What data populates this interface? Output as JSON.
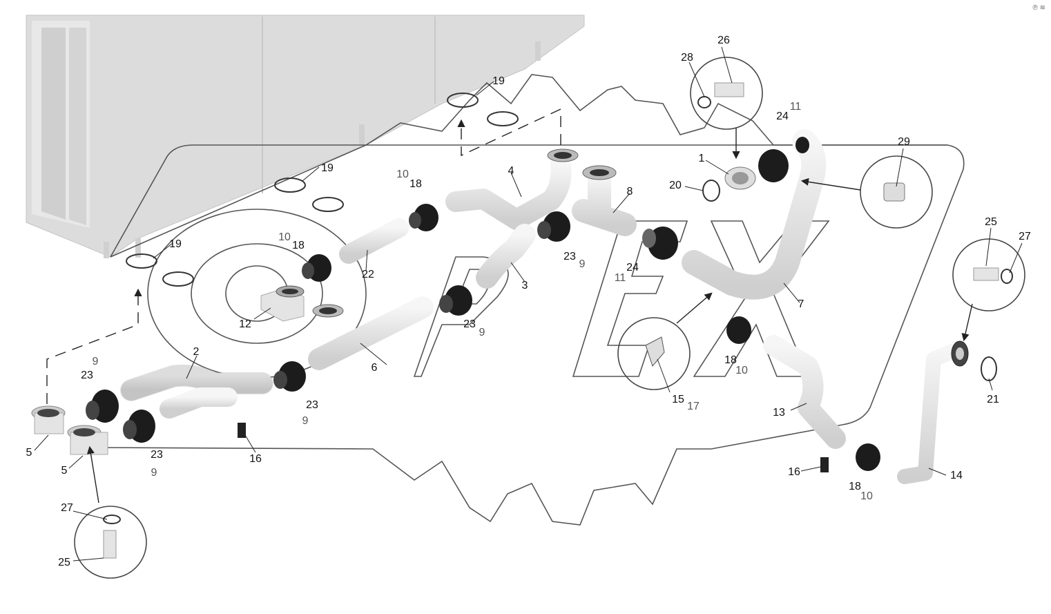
{
  "corner_mark": "℗ ≋",
  "logo_text": "OPEX",
  "colors": {
    "part_fill": "#e6e6e6",
    "part_stroke": "#9a9a9a",
    "clamp": "#1c1c1c",
    "gasket": "#444444",
    "label": "#111111",
    "watermark": "#666666",
    "radiator": "#d9d9d9"
  },
  "labels": [
    {
      "id": "l1",
      "text": "1"
    },
    {
      "id": "l2",
      "text": "2"
    },
    {
      "id": "l3",
      "text": "3"
    },
    {
      "id": "l4",
      "text": "4"
    },
    {
      "id": "l5a",
      "text": "5"
    },
    {
      "id": "l5b",
      "text": "5"
    },
    {
      "id": "l6",
      "text": "6"
    },
    {
      "id": "l7",
      "text": "7"
    },
    {
      "id": "l8",
      "text": "8"
    },
    {
      "id": "l9a",
      "text": "9"
    },
    {
      "id": "l9b",
      "text": "9"
    },
    {
      "id": "l9c",
      "text": "9"
    },
    {
      "id": "l9d",
      "text": "9"
    },
    {
      "id": "l9e",
      "text": "9"
    },
    {
      "id": "l10a",
      "text": "10"
    },
    {
      "id": "l10b",
      "text": "10"
    },
    {
      "id": "l10c",
      "text": "10"
    },
    {
      "id": "l10d",
      "text": "10"
    },
    {
      "id": "l11a",
      "text": "11"
    },
    {
      "id": "l11b",
      "text": "11"
    },
    {
      "id": "l12",
      "text": "12"
    },
    {
      "id": "l13",
      "text": "13"
    },
    {
      "id": "l14",
      "text": "14"
    },
    {
      "id": "l15",
      "text": "15"
    },
    {
      "id": "l16a",
      "text": "16"
    },
    {
      "id": "l16b",
      "text": "16"
    },
    {
      "id": "l17",
      "text": "17"
    },
    {
      "id": "l18a",
      "text": "18"
    },
    {
      "id": "l18b",
      "text": "18"
    },
    {
      "id": "l18c",
      "text": "18"
    },
    {
      "id": "l18d",
      "text": "18"
    },
    {
      "id": "l19a",
      "text": "19"
    },
    {
      "id": "l19b",
      "text": "19"
    },
    {
      "id": "l19c",
      "text": "19"
    },
    {
      "id": "l20",
      "text": "20"
    },
    {
      "id": "l21",
      "text": "21"
    },
    {
      "id": "l22",
      "text": "22"
    },
    {
      "id": "l23a",
      "text": "23"
    },
    {
      "id": "l23b",
      "text": "23"
    },
    {
      "id": "l23c",
      "text": "23"
    },
    {
      "id": "l23d",
      "text": "23"
    },
    {
      "id": "l23e",
      "text": "23"
    },
    {
      "id": "l24a",
      "text": "24"
    },
    {
      "id": "l24b",
      "text": "24"
    },
    {
      "id": "l25a",
      "text": "25"
    },
    {
      "id": "l25b",
      "text": "25"
    },
    {
      "id": "l26",
      "text": "26"
    },
    {
      "id": "l27a",
      "text": "27"
    },
    {
      "id": "l27b",
      "text": "27"
    },
    {
      "id": "l28",
      "text": "28"
    },
    {
      "id": "l29",
      "text": "29"
    }
  ]
}
